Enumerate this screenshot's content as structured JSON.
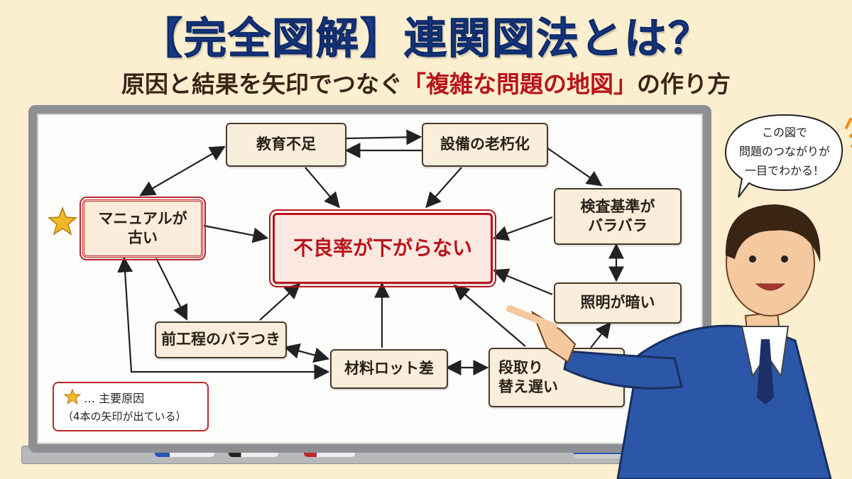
{
  "header": {
    "title": "【完全図解】連関図法とは？",
    "subtitle_pre": "原因と結果を矢印でつなぐ",
    "subtitle_highlight": "「複雑な問題の地図」",
    "subtitle_post": "の作り方"
  },
  "diagram": {
    "main_problem": "不良率が下がらない",
    "nodes": {
      "education": "教育不足",
      "equipment": "設備の老朽化",
      "manual_1": "マニュアルが",
      "manual_2": "古い",
      "inspection_1": "検査基準が",
      "inspection_2": "バラバラ",
      "lighting": "照明が暗い",
      "prev_process": "前工程のバラつき",
      "material": "材料ロット差",
      "setup_1": "段取り",
      "setup_2": "替え遅い"
    },
    "legend": {
      "line1": "… 主要原因",
      "line2": "（4本の矢印が出ている）"
    }
  },
  "bubble": {
    "line1": "この図で",
    "line2": "問題のつながりが",
    "line3": "一目でわかる！"
  },
  "colors": {
    "title": "#183a86",
    "highlight": "#b8141b",
    "star": "#f2b82a"
  }
}
